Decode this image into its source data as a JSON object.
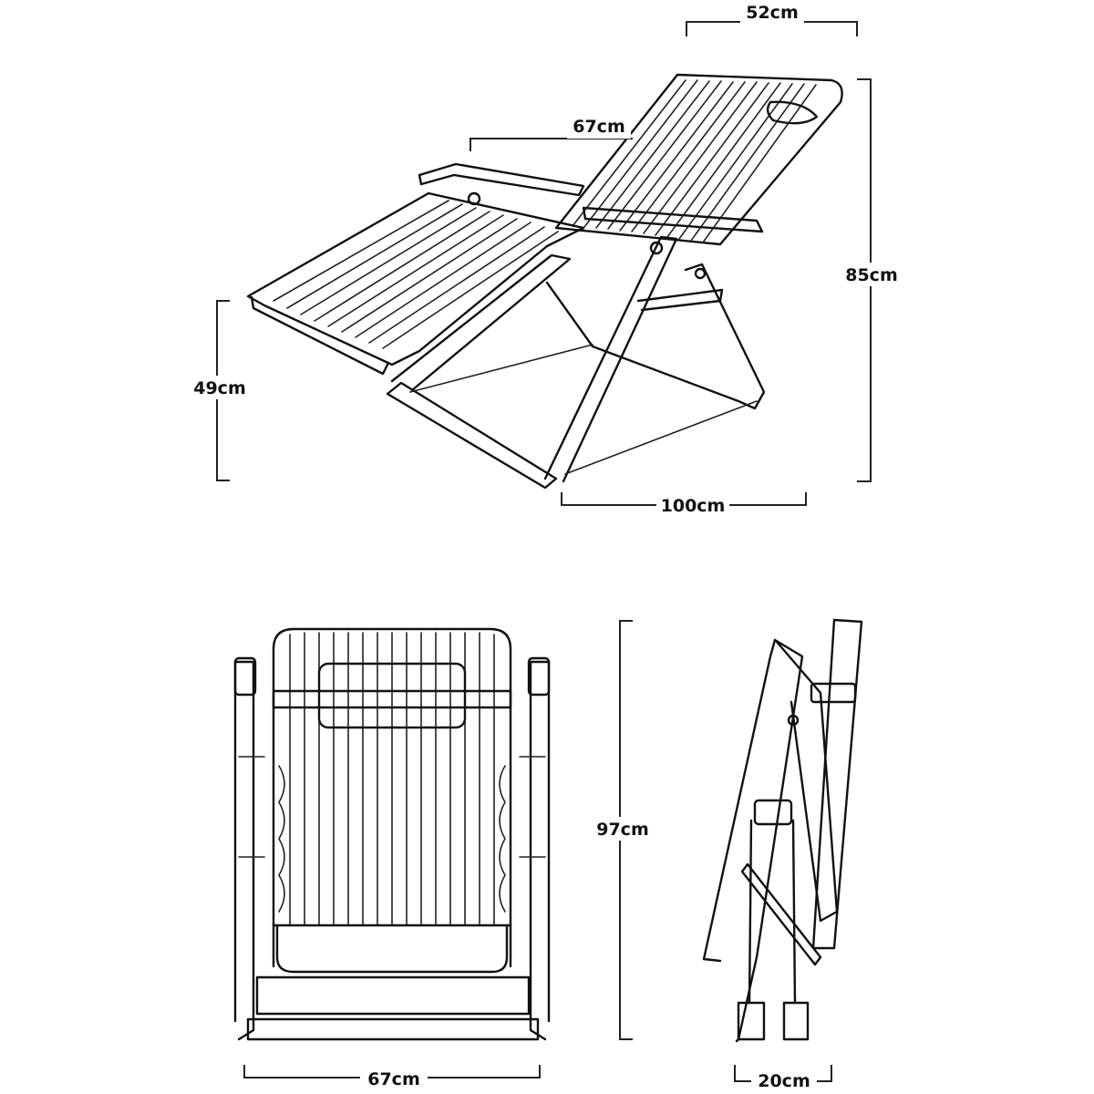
{
  "dimensions": {
    "reclined_width": "52cm",
    "armrest_width": "67cm",
    "reclined_height": "85cm",
    "seat_height": "49cm",
    "reclined_length": "100cm",
    "folded_height": "97cm",
    "folded_width": "67cm",
    "folded_depth": "20cm"
  },
  "colors": {
    "line": "#111111",
    "background": "#ffffff"
  }
}
